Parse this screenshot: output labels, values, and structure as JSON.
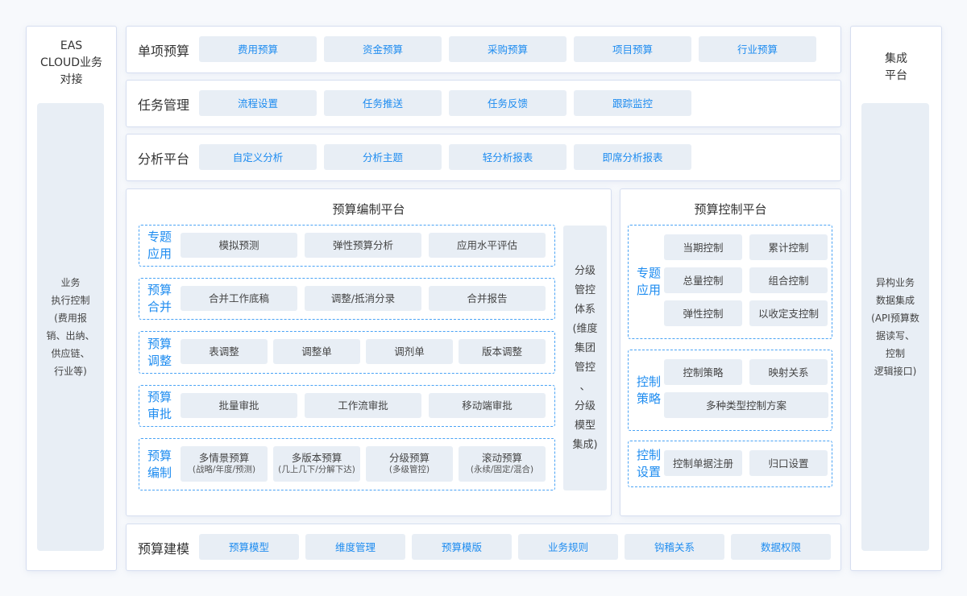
{
  "left": {
    "title": "EAS\nCLOUD业务\n对接",
    "inner": "业务\n执行控制\n(费用报\n销、出纳、\n供应链、\n行业等)"
  },
  "right": {
    "title": "集成\n平台",
    "inner": "异构业务\n数据集成\n(API预算数\n据读写、\n控制\n逻辑接口)"
  },
  "rows": [
    {
      "label": "单项预算",
      "items": [
        "费用预算",
        "资金预算",
        "采购预算",
        "项目预算",
        "行业预算"
      ]
    },
    {
      "label": "任务管理",
      "items": [
        "流程设置",
        "任务推送",
        "任务反馈",
        "跟踪监控"
      ]
    },
    {
      "label": "分析平台",
      "items": [
        "自定义分析",
        "分析主题",
        "轻分析报表",
        "即席分析报表"
      ]
    }
  ],
  "compile": {
    "title": "预算编制平台",
    "groups": [
      {
        "label": "专题\n应用",
        "items": [
          {
            "t": "模拟预测"
          },
          {
            "t": "弹性预算分析"
          },
          {
            "t": "应用水平评估"
          }
        ]
      },
      {
        "label": "预算\n合并",
        "items": [
          {
            "t": "合并工作底稿"
          },
          {
            "t": "调整/抵消分录"
          },
          {
            "t": "合并报告"
          }
        ]
      },
      {
        "label": "预算\n调整",
        "items": [
          {
            "t": "表调整"
          },
          {
            "t": "调整单"
          },
          {
            "t": "调剂单"
          },
          {
            "t": "版本调整"
          }
        ]
      },
      {
        "label": "预算\n审批",
        "items": [
          {
            "t": "批量审批"
          },
          {
            "t": "工作流审批"
          },
          {
            "t": "移动端审批"
          }
        ]
      },
      {
        "label": "预算\n编制",
        "items": [
          {
            "t": "多情景预算",
            "s": "(战略/年度/预测)"
          },
          {
            "t": "多版本预算",
            "s": "(几上几下/分解下达)"
          },
          {
            "t": "分级预算",
            "s": "(多级管控)"
          },
          {
            "t": "滚动预算",
            "s": "(永续/固定/混合)"
          }
        ]
      }
    ],
    "side": "分级\n管控\n体系\n(维度\n集团\n管控\n、\n分级\n模型\n集成)"
  },
  "control": {
    "title": "预算控制平台",
    "groups": [
      {
        "label": "专题\n应用",
        "items": [
          "当期控制",
          "累计控制",
          "总量控制",
          "组合控制",
          "弹性控制",
          "以收定支控制"
        ]
      },
      {
        "label": "控制\n策略",
        "items": [
          "控制策略",
          "映射关系",
          "多种类型控制方案"
        ]
      },
      {
        "label": "控制\n设置",
        "items": [
          "控制单据注册",
          "归口设置"
        ]
      }
    ]
  },
  "modeling": {
    "label": "预算建模",
    "items": [
      "预算模型",
      "维度管理",
      "预算模版",
      "业务规则",
      "钩稽关系",
      "数据权限"
    ]
  }
}
